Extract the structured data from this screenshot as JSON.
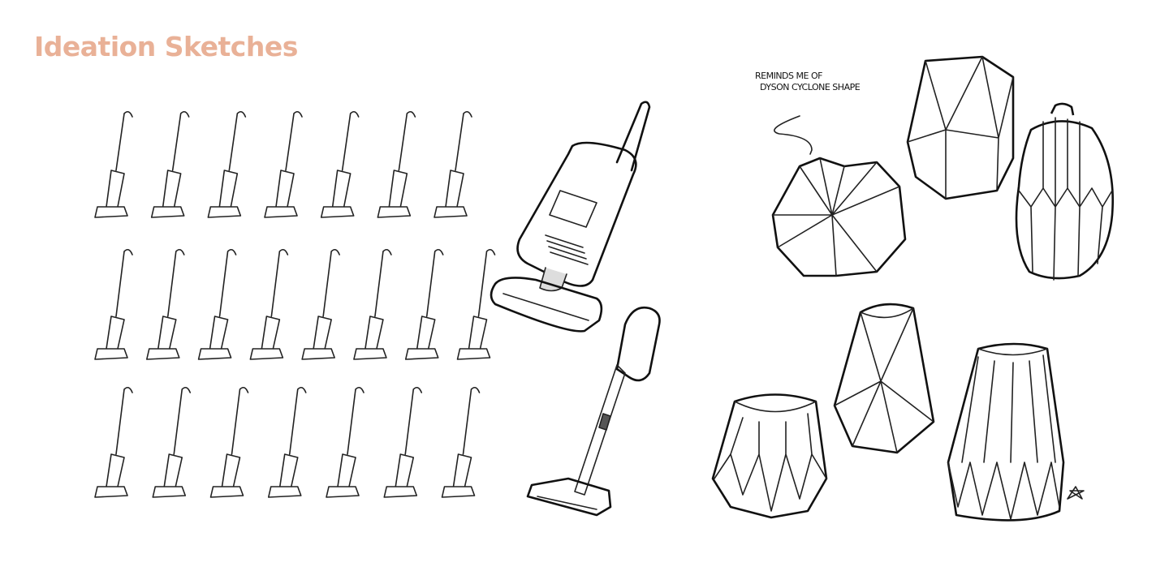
{
  "title": "Ideation Sketches",
  "colors": {
    "title": "#E9B197",
    "ink": "#222222"
  },
  "annotation": {
    "line1": "REMINDS ME OF",
    "line2": "DYSON CYCLONE SHAPE"
  },
  "sketch_groups": {
    "vacuum_thumbnails_rows": [
      7,
      8,
      7
    ],
    "large_vacuum_renderings": 2,
    "faceted_form_studies": 6
  }
}
